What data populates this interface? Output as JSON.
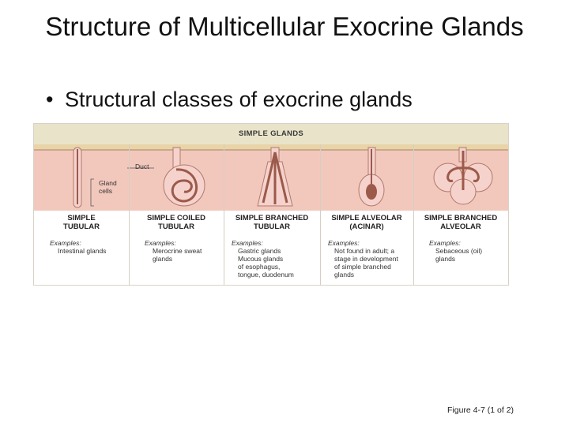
{
  "slide": {
    "title": "Structure of Multicellular Exocrine Glands",
    "bullet": "Structural classes of exocrine glands",
    "caption": "Figure 4-7 (1 of 2)"
  },
  "figure": {
    "banner": "SIMPLE GLANDS",
    "labels": {
      "duct": "Duct",
      "gland_cells": "Gland\ncells"
    },
    "examples_heading": "Examples:",
    "panels": [
      {
        "name": "SIMPLE\nTUBULAR",
        "examples": "Intestinal glands"
      },
      {
        "name": "SIMPLE COILED\nTUBULAR",
        "examples": "Merocrine sweat\nglands"
      },
      {
        "name": "SIMPLE BRANCHED\nTUBULAR",
        "examples": "Gastric glands\nMucous glands\nof esophagus,\ntongue, duodenum"
      },
      {
        "name": "SIMPLE ALVEOLAR\n(ACINAR)",
        "examples": "Not found in adult; a\nstage in development\nof simple branched\nglands"
      },
      {
        "name": "SIMPLE BRANCHED\nALVEOLAR",
        "examples": "Sebaceous (oil)\nglands"
      }
    ]
  },
  "colors": {
    "band": "#e9e4c9",
    "tissue": "#f2c8bd",
    "gland_fill": "#f6d2cd",
    "lumen": "#9b5a4a",
    "epithelium": "#e8d4a8"
  }
}
